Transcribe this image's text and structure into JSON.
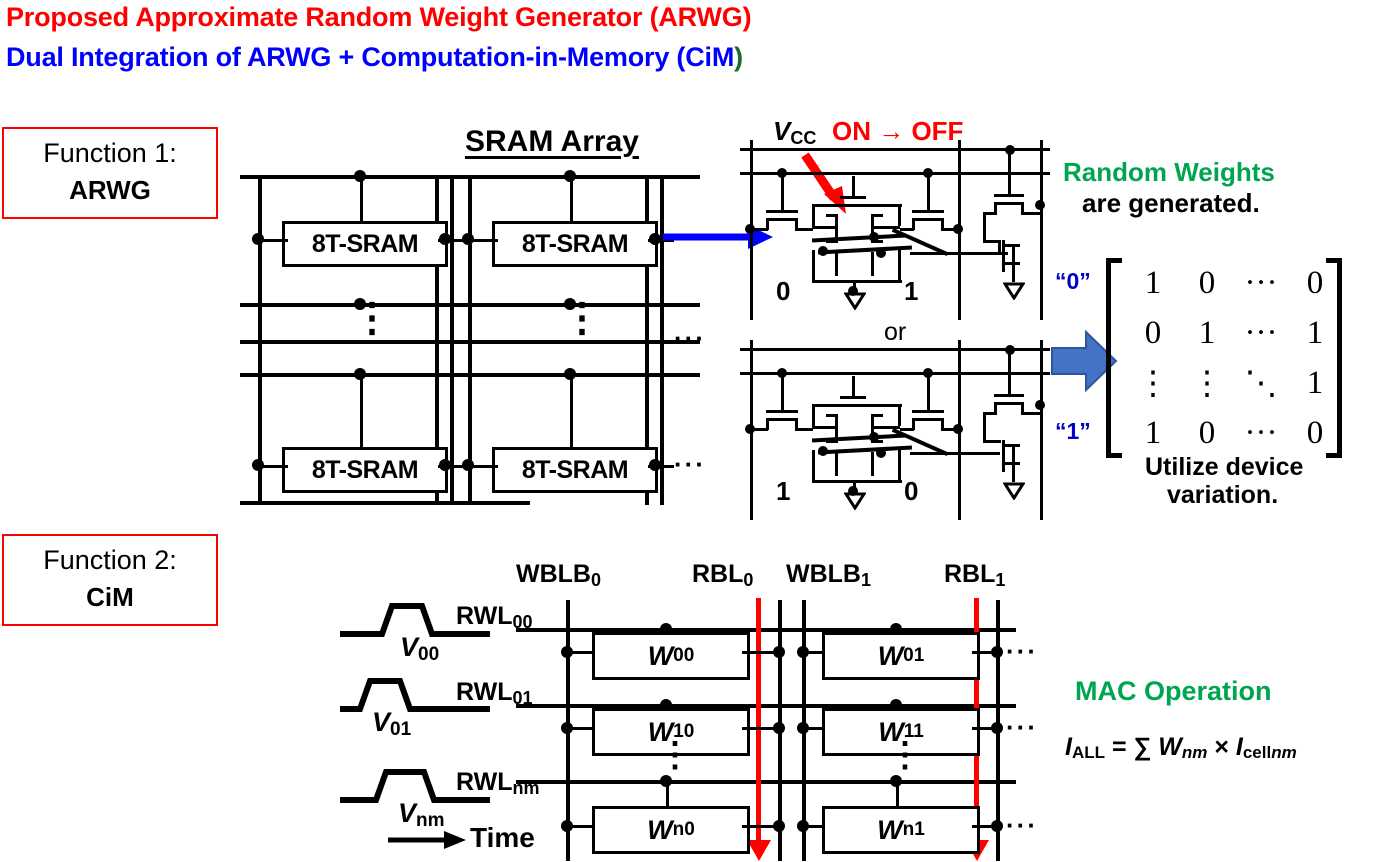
{
  "title": {
    "line1": "Proposed Approximate Random Weight Generator (ARWG)",
    "line2_a": "Dual Integration of ARWG + Computation-in-Memory (CiM",
    "line2_b": ")",
    "color_line1": "#FF0000",
    "color_line2": "#0000FF",
    "color_paren": "#1D6B2A"
  },
  "function1": {
    "line1": "Function 1:",
    "line2": "ARWG",
    "border_color": "#FF0000"
  },
  "function2": {
    "line1": "Function 2:",
    "line2": "CiM",
    "border_color": "#FF0000"
  },
  "sram_array": {
    "label": "SRAM Array",
    "cell_label": "8T-SRAM",
    "cells": [
      "8T-SRAM",
      "8T-SRAM",
      "8T-SRAM",
      "8T-SRAM"
    ],
    "h_ellipsis": "···",
    "v_ellipsis": "⋮"
  },
  "cell_detail": {
    "vcc_label": "V",
    "vcc_sub": "CC",
    "state_change": "ON → OFF",
    "or_label": "or",
    "cell_top_left_bit": "0",
    "cell_top_right_bit": "1",
    "cell_bottom_left_bit": "1",
    "cell_bottom_right_bit": "0",
    "arrow_color": "#FF0000",
    "blue_arrow_color": "#0000FF"
  },
  "random_weights": {
    "heading": "Random Weights",
    "subheading": "are generated.",
    "heading_color": "#00A550",
    "quote_zero": "“0”",
    "quote_one": "“1”",
    "quote_color": "#0000CC",
    "big_arrow_color": "#4472C4",
    "note_line1": "Utilize device",
    "note_line2": "variation."
  },
  "matrix": {
    "rows": [
      [
        "1",
        "0",
        "···",
        "0"
      ],
      [
        "0",
        "1",
        "···",
        "1"
      ],
      [
        "⋮",
        "⋮",
        "⋱",
        "1"
      ],
      [
        "1",
        "0",
        "···",
        "0"
      ]
    ]
  },
  "cim": {
    "bitlines": [
      {
        "name": "WBLB",
        "sub": "0"
      },
      {
        "name": "RBL",
        "sub": "0"
      },
      {
        "name": "WBLB",
        "sub": "1"
      },
      {
        "name": "RBL",
        "sub": "1"
      }
    ],
    "wordlines": [
      {
        "name": "RWL",
        "sub": "00"
      },
      {
        "name": "RWL",
        "sub": "01"
      },
      {
        "name": "RWL",
        "sub": "nm"
      }
    ],
    "pulses": [
      {
        "name": "V",
        "sub": "00"
      },
      {
        "name": "V",
        "sub": "01"
      },
      {
        "name": "V",
        "sub": "nm"
      }
    ],
    "weights": [
      {
        "name": "W",
        "sub": "00"
      },
      {
        "name": "W",
        "sub": "01"
      },
      {
        "name": "W",
        "sub": "10"
      },
      {
        "name": "W",
        "sub": "11"
      },
      {
        "name": "W",
        "sub": "n0"
      },
      {
        "name": "W",
        "sub": "n1"
      }
    ],
    "time_label": "Time",
    "rbl_color": "#FF0000",
    "h_ellipsis": "···",
    "v_ellipsis": "⋮"
  },
  "mac": {
    "heading": "MAC Operation",
    "heading_color": "#00A550",
    "eq_i": "I",
    "eq_i_sub": "ALL",
    "eq_eq": " = ",
    "eq_sum": "∑",
    "eq_w": "W",
    "eq_w_sub": "nm",
    "eq_times": " × ",
    "eq_icell": "I",
    "eq_icell_sub": "cell",
    "eq_icell_sub2": "nm"
  }
}
